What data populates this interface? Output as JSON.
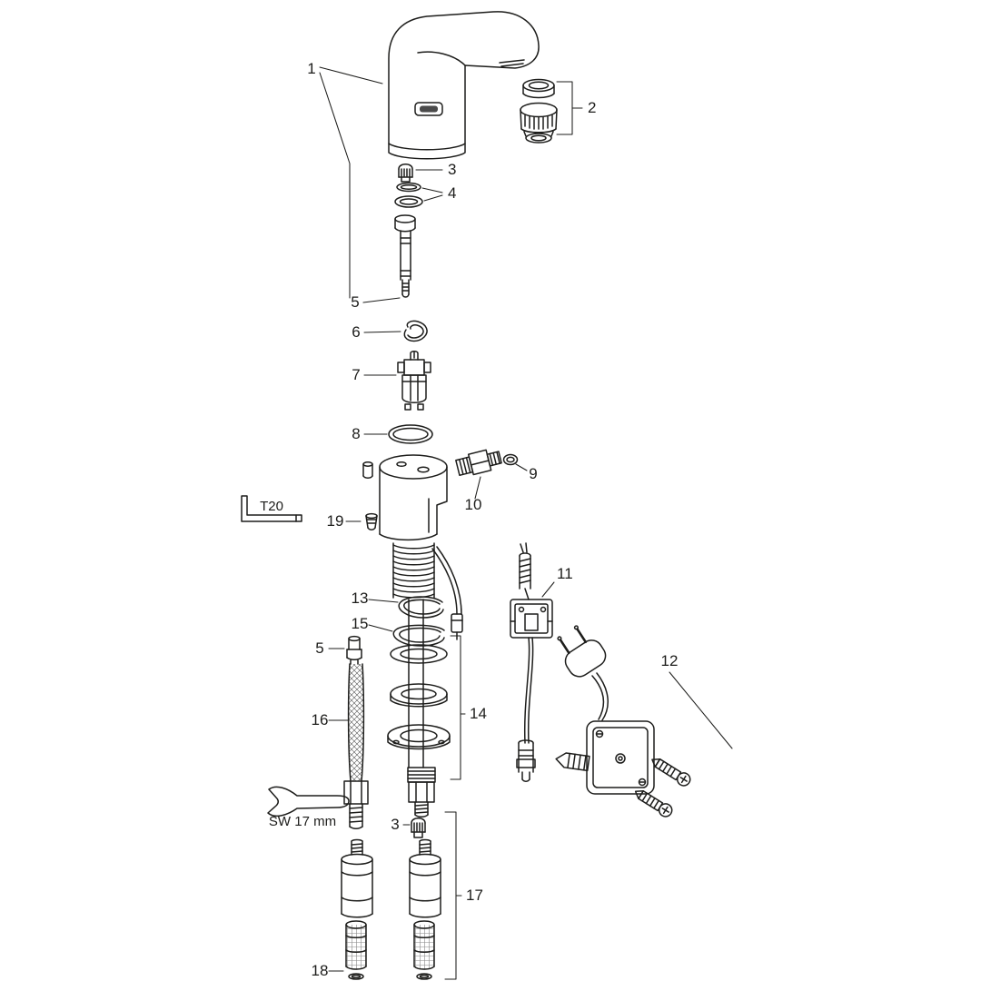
{
  "colors": {
    "background": "#ffffff",
    "line": "#1d1d1b"
  },
  "labels": {
    "l1": "1",
    "l2": "2",
    "l3a": "3",
    "l4": "4",
    "l5a": "5",
    "l6": "6",
    "l7": "7",
    "l8": "8",
    "l9": "9",
    "l10": "10",
    "l11": "11",
    "l12": "12",
    "l13": "13",
    "l14": "14",
    "l15": "15",
    "l16": "16",
    "l17": "17",
    "l18": "18",
    "l19": "19",
    "l5b": "5",
    "l3b": "3",
    "torx_size": "T20",
    "wrench_size": "SW 17 mm"
  }
}
